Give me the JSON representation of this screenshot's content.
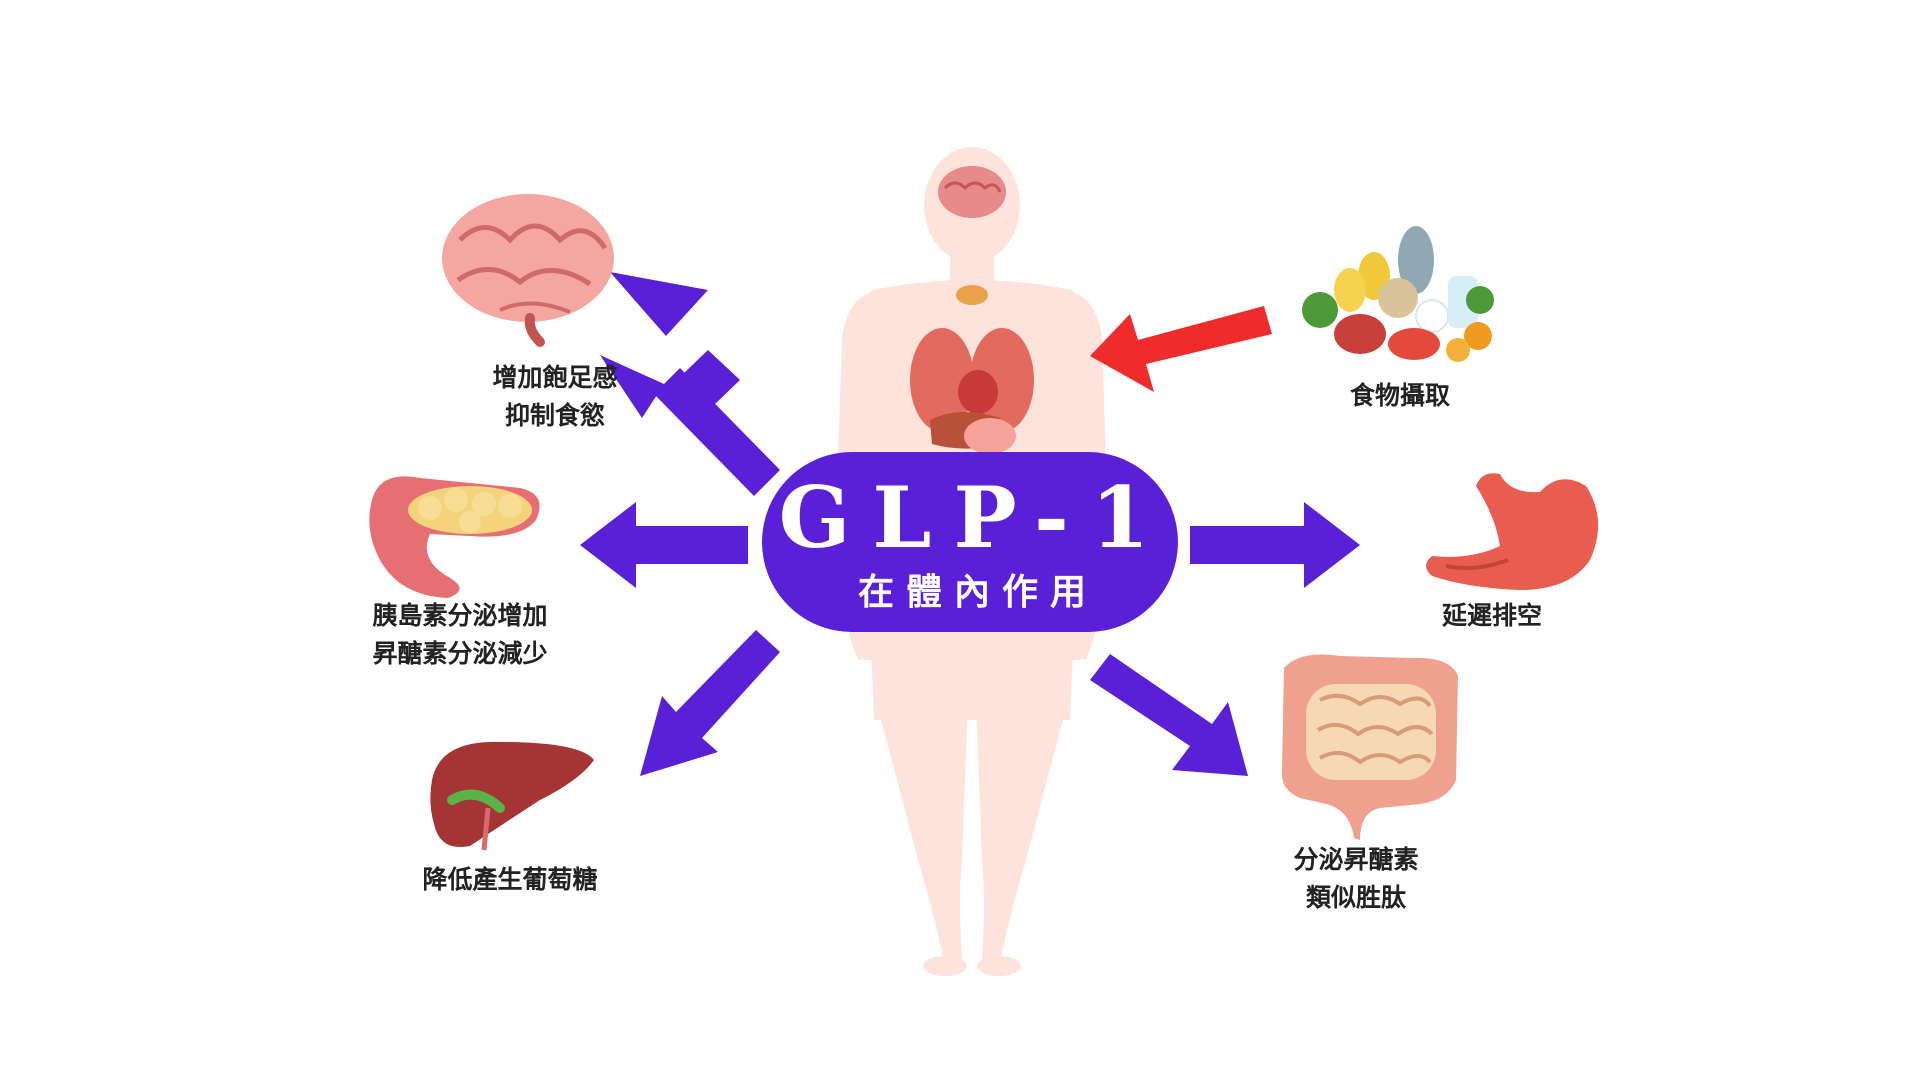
{
  "center": {
    "title": "GLP-1",
    "subtitle": "在體內作用"
  },
  "labels": {
    "brain_line1": "增加飽足感",
    "brain_line2": "抑制食慾",
    "pancreas_line1": "胰島素分泌增加",
    "pancreas_line2": "昇醣素分泌減少",
    "liver": "降低產生葡萄糖",
    "food": "食物攝取",
    "stomach": "延遲排空",
    "intestine_line1": "分泌昇醣素",
    "intestine_line2": "類似胜肽"
  },
  "colors": {
    "center_fill": "#5a20d8",
    "center_text": "#ffffff",
    "effect_arrow": "#5a20d8",
    "input_arrow": "#f02b2b",
    "body_silhouette": "#fde3dc",
    "label_text": "#222222"
  },
  "icons": {
    "brain": "brain-icon",
    "pancreas": "pancreas-icon",
    "liver": "liver-icon",
    "food": "food-icon",
    "stomach": "stomach-icon",
    "intestine": "intestine-icon",
    "body": "human-body-icon"
  }
}
